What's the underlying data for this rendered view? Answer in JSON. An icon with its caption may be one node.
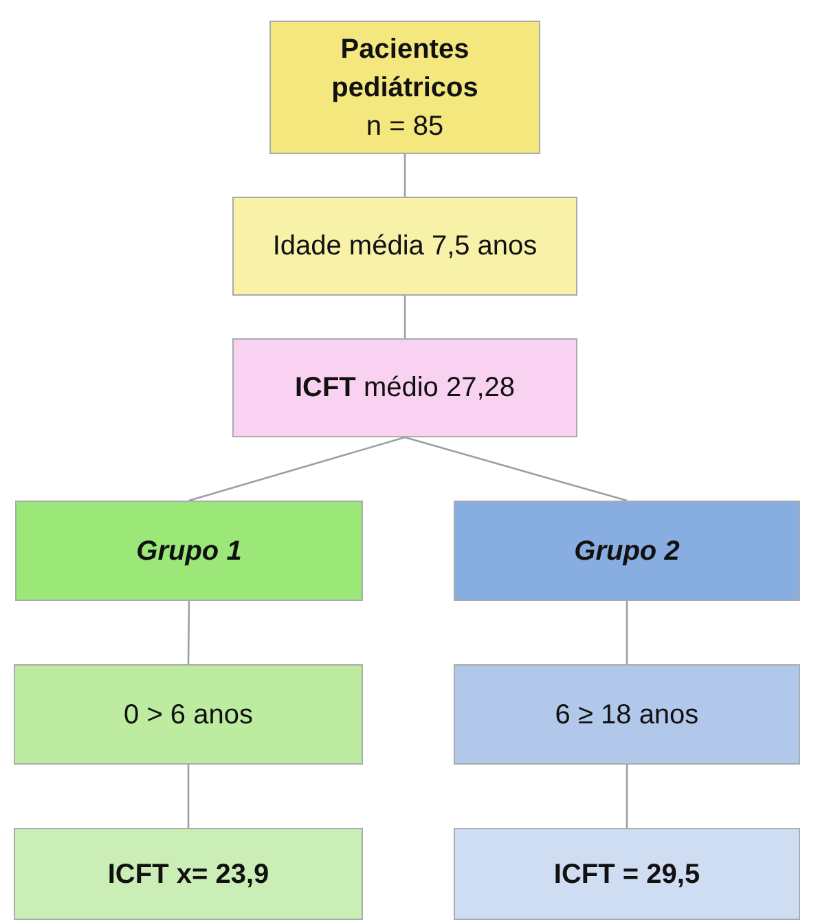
{
  "diagram": {
    "nodes": [
      {
        "text": [
          "Pacientes pediátricos",
          "n = 85"
        ]
      },
      {
        "text": [
          "Idade média 7,5 anos"
        ]
      },
      {
        "text": [
          "**ICFT** médio 27,28"
        ]
      },
      {
        "text": [
          "Grupo 1"
        ]
      },
      {
        "text": [
          "Grupo 2"
        ]
      },
      {
        "text": [
          "0 > 6 anos"
        ]
      },
      {
        "text": [
          "6 ≥ 18 anos"
        ]
      },
      {
        "text": [
          "ICFT x= 23,9"
        ]
      },
      {
        "text": [
          "ICFT = 29,5"
        ]
      }
    ],
    "edges": [
      {
        "from": 0,
        "to": 1,
        "arrow": "none"
      },
      {
        "from": 1,
        "to": 2,
        "arrow": "none"
      },
      {
        "from": 2,
        "to": 3,
        "arrow": "none"
      },
      {
        "from": 2,
        "to": 4,
        "arrow": "none"
      },
      {
        "from": 3,
        "to": 5,
        "arrow": "none"
      },
      {
        "from": 4,
        "to": 6,
        "arrow": "none"
      },
      {
        "from": 5,
        "to": 7,
        "arrow": "none"
      },
      {
        "from": 6,
        "to": 8,
        "arrow": "none"
      }
    ]
  }
}
